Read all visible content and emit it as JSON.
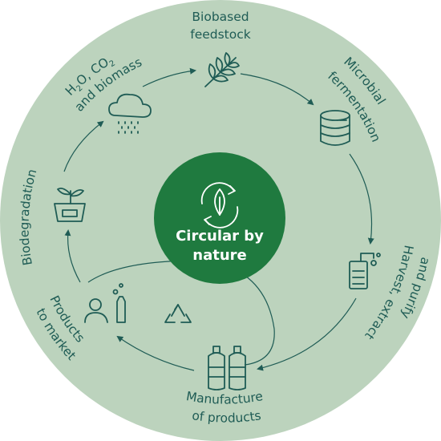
{
  "diagram": {
    "center": {
      "line1": "Circular by",
      "line2": "nature"
    },
    "stages": [
      {
        "id": "feedstock",
        "line1": "Biobased",
        "line2": "feedstock",
        "icon": "wheat-icon"
      },
      {
        "id": "fermentation",
        "line1": "Microbial",
        "line2": "fermentation",
        "icon": "fermentation-tank-icon"
      },
      {
        "id": "harvest",
        "line1": "Harvest, extract",
        "line2": "and purify",
        "icon": "purify-container-icon"
      },
      {
        "id": "manufacture",
        "line1": "Manufacture",
        "line2": "of products",
        "icon": "bottles-icon"
      },
      {
        "id": "market",
        "line1": "Products",
        "line2": "to market",
        "icon": "consumer-products-icon"
      },
      {
        "id": "biodegradation",
        "line1": "Biodegradation",
        "icon": "biodegradation-icon"
      },
      {
        "id": "h2o",
        "h": "H",
        "h2": "2",
        "o": "O, CO",
        "o2": "2",
        "line2": "and biomass",
        "icon": "rain-cloud-icon"
      }
    ],
    "colors": {
      "outer": "#bcd3bd",
      "center": "#1f7a3f",
      "ink": "#1f5c55"
    }
  }
}
